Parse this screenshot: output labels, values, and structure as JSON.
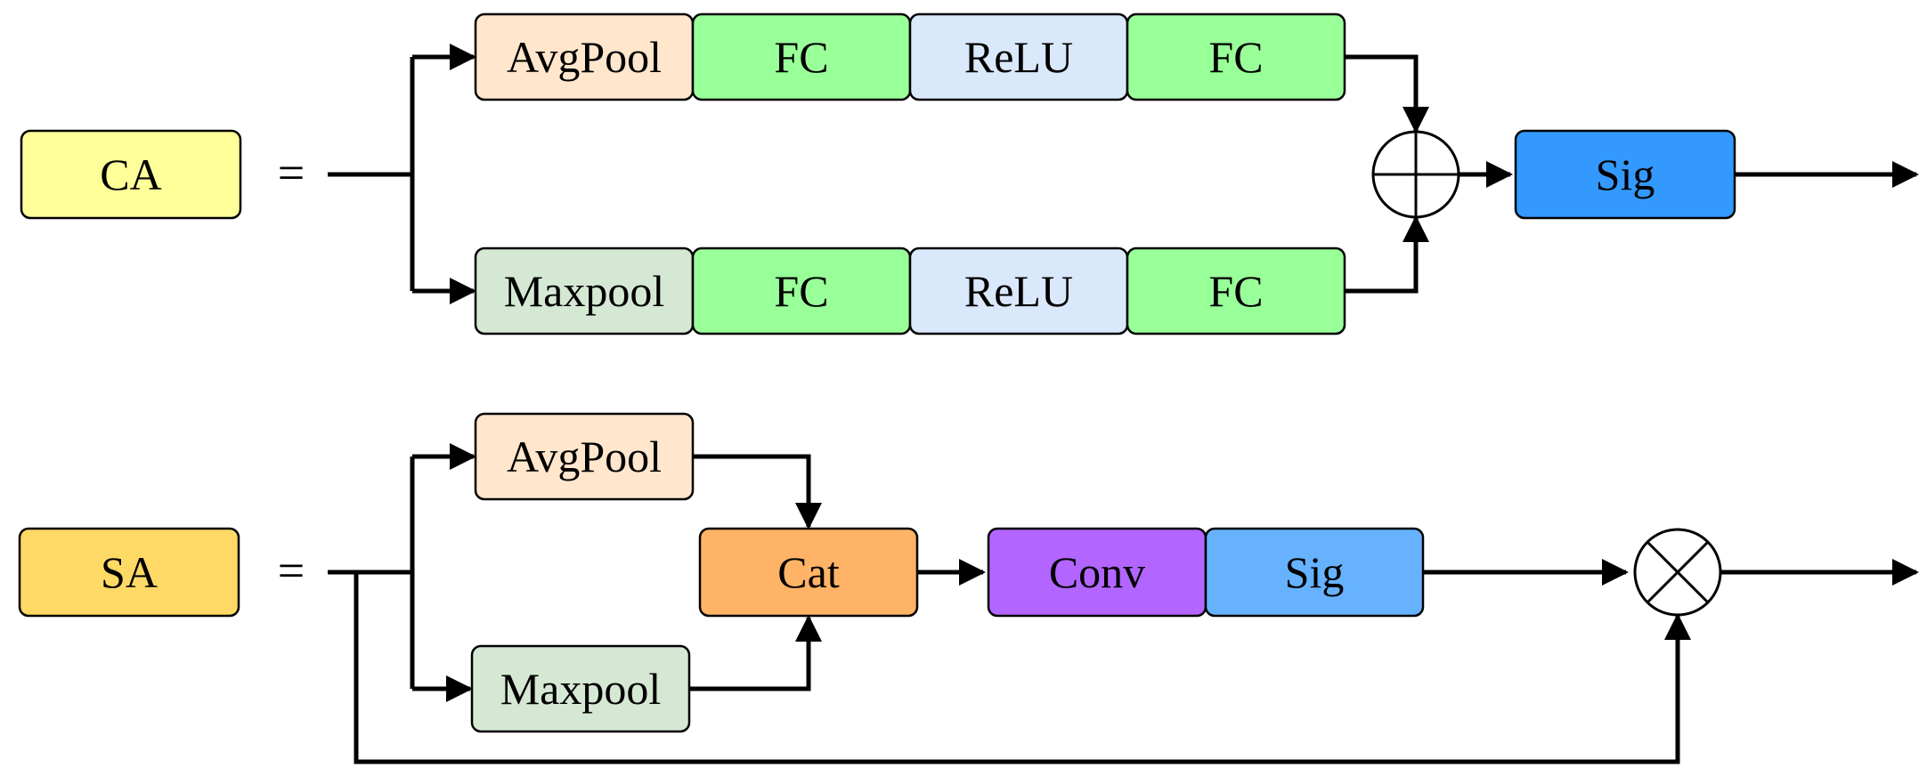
{
  "colors": {
    "label_ca": "#ffff99",
    "label_sa": "#ffd966",
    "avgpool": "#ffe6cc",
    "maxpool": "#d5e8d4",
    "fc": "#99ff99",
    "relu": "#dae8fc",
    "sig_ca": "#3399ff",
    "cat": "#ffb366",
    "conv": "#b266ff",
    "sig_sa": "#66b2ff"
  },
  "ca": {
    "name": "CA",
    "equals": "=",
    "top_branch": [
      "AvgPool",
      "FC",
      "ReLU",
      "FC"
    ],
    "bottom_branch": [
      "Maxpool",
      "FC",
      "ReLU",
      "FC"
    ],
    "merge_op": "add-circle-icon",
    "sigmoid": "Sig"
  },
  "sa": {
    "name": "SA",
    "equals": "=",
    "avgpool": "AvgPool",
    "maxpool": "Maxpool",
    "concat": "Cat",
    "conv": "Conv",
    "sigmoid": "Sig",
    "merge_op": "multiply-circle-icon"
  }
}
